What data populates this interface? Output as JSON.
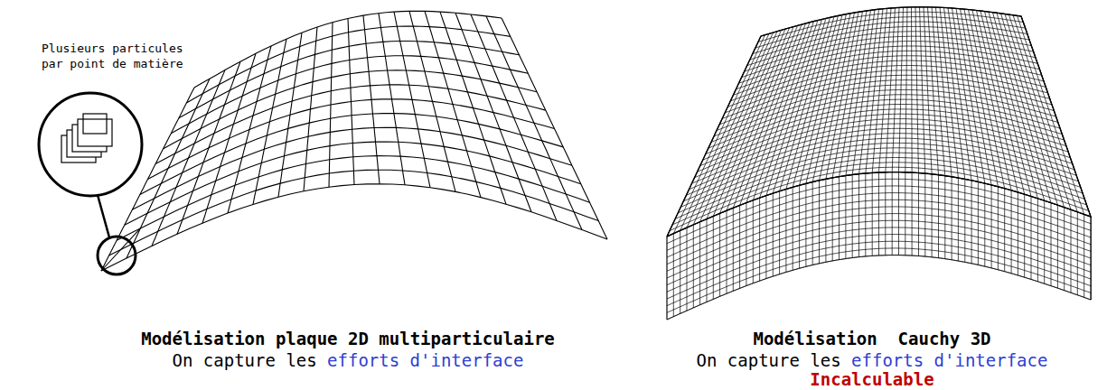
{
  "diagram": {
    "labels": [
      "Plusieurs particules par point de matière",
      "Modélisation plaque 2D multiparticulaire",
      "On capture les",
      "efforts d'interface",
      "Modélisation  Cauchy 3D",
      "On capture les",
      "efforts d'interface",
      "Incalculable"
    ]
  }
}
